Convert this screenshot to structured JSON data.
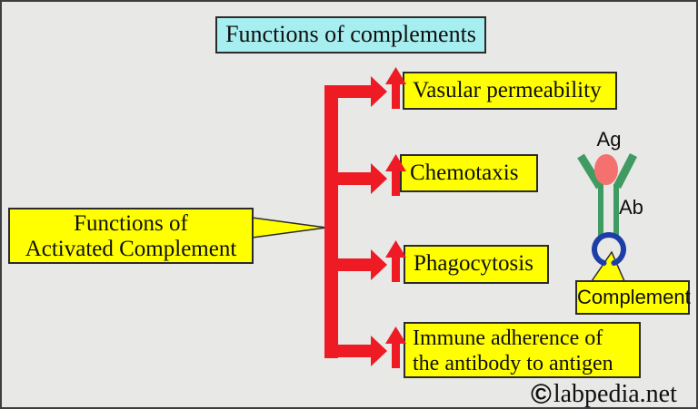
{
  "title": {
    "label": "Functions of complements"
  },
  "left_callout": {
    "line1": "Functions of",
    "line2": "Activated Complement"
  },
  "branches": {
    "vascular": "Vasular permeability",
    "chemotaxis": "Chemotaxis",
    "phagocytosis": "Phagocytosis",
    "immune_line1": "Immune adherence of",
    "immune_line2": "the antibody to antigen"
  },
  "antibody_diagram": {
    "antigen_label": "Ag",
    "antibody_label": "Ab",
    "complement_label": "Complement"
  },
  "copyright": {
    "symbol": "©",
    "text": "labpedia.net"
  },
  "colors": {
    "background": "#e8e8e6",
    "frame_border": "#3e3e3e",
    "box_border": "#2b2b2b",
    "red": "#ee1b24",
    "yellow": "#ffff00",
    "cyan": "#a7eef0",
    "green": "#3f9b62",
    "pink": "#f4716f",
    "blue": "#1d3ea6",
    "text": "#0f0f0f"
  }
}
